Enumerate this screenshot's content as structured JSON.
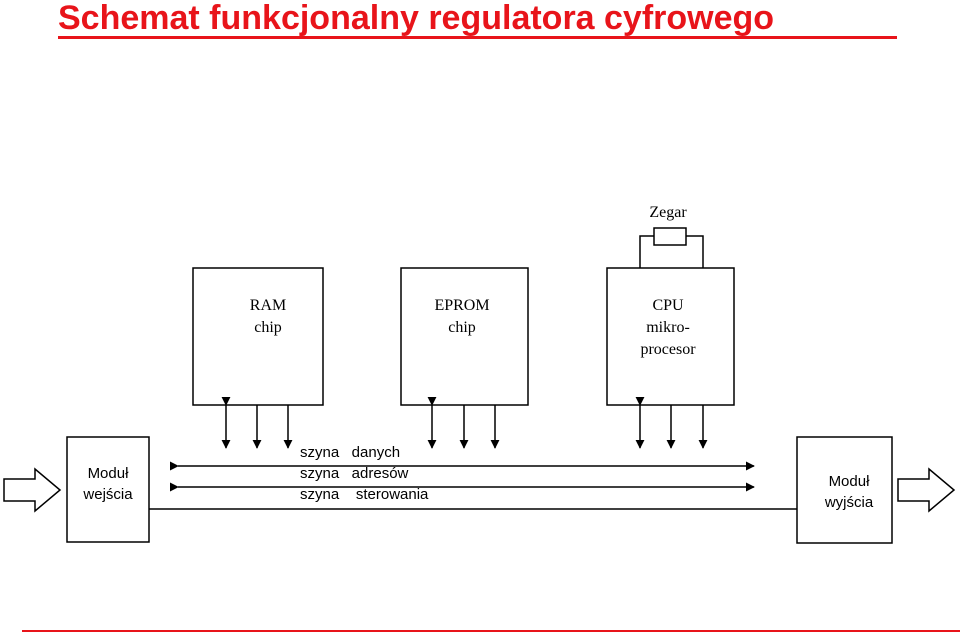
{
  "title": "Schemat funkcjonalny regulatora cyfrowego",
  "clock": {
    "label": "Zegar"
  },
  "ram": {
    "line1": "RAM",
    "line2": "chip"
  },
  "eprom": {
    "line1": "EPROM",
    "line2": "chip"
  },
  "cpu": {
    "line1": "CPU",
    "line2": "mikro-",
    "line3": "procesor"
  },
  "input_module": {
    "line1": "Moduł",
    "line2": "wejścia"
  },
  "output_module": {
    "line1": "Moduł",
    "line2": "wyjścia"
  },
  "buses": {
    "data": "szyna   danych",
    "address": "szyna   adresów",
    "control": "szyna    sterowania"
  }
}
